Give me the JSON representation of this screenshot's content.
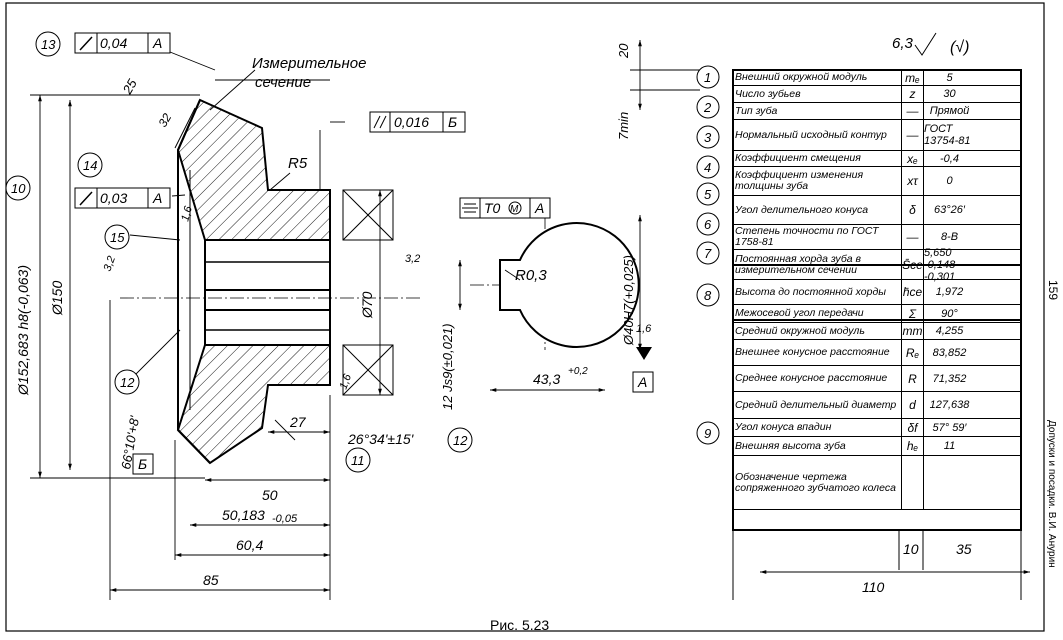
{
  "figure_caption": "Рис. 5.23",
  "page_number": "159",
  "side_book_title": "Допуски и посадки. В.И. Анурин",
  "roughness": {
    "general": "6,3",
    "paren": "(√)"
  },
  "drawing_labels": {
    "measuring_section_line1": "Измерительное",
    "measuring_section_line2": "сечение",
    "tol13": "0,04",
    "tol13_base": "A",
    "tol14": "0,03",
    "tol14_base": "A",
    "parallel_tol": "0,016",
    "parallel_base": "Б",
    "symmetry_tol": "T0",
    "symmetry_mod": "M",
    "symmetry_base": "A",
    "r5": "R5",
    "r03": "R0,3",
    "dim_25": "25",
    "dim_32": "32",
    "dim_16a": "1,6",
    "dim_32b": "3,2",
    "dim_32c": "3,2",
    "dim_16b": "1,6",
    "dim_16c": "1,6",
    "dim_20": "20",
    "dim_7min": "7min",
    "dia_outer": "Ø152,683 h8(-0,063)",
    "dia_150": "Ø150",
    "dia_70": "Ø70",
    "dia_40": "Ø40H7(+0,025)",
    "key_width": "12 Js9(±0,021)",
    "dim_43": "43,3",
    "dim_43_tol": "+0,2",
    "angle_66": "66°10'+8'",
    "angle_26": "26°34'±15'",
    "dim_27": "27",
    "dim_50": "50",
    "dim_50183": "50,183",
    "dim_50183_tol": "-0,05",
    "dim_604": "60,4",
    "dim_85": "85",
    "base_a": "A",
    "base_b": "Б",
    "dim_110": "110",
    "dim_10": "10",
    "dim_35": "35"
  },
  "callouts": {
    "c1": "1",
    "c2": "2",
    "c3": "3",
    "c4": "4",
    "c5": "5",
    "c6": "6",
    "c7": "7",
    "c8": "8",
    "c9": "9",
    "c10": "10",
    "c11": "11",
    "c12a": "12",
    "c12b": "12",
    "c13": "13",
    "c14": "14",
    "c15": "15"
  },
  "table": [
    {
      "label": "Внешний окружной модуль",
      "sym": "mₑ",
      "val": "5"
    },
    {
      "label": "Число зубьев",
      "sym": "z",
      "val": "30"
    },
    {
      "label": "Тип зуба",
      "sym": "—",
      "val": "Прямой"
    },
    {
      "label": "Нормальный исходный контур",
      "sym": "—",
      "val": "ГОСТ 13754-81"
    },
    {
      "label": "Коэффициент смещения",
      "sym": "xₑ",
      "val": "-0,4"
    },
    {
      "label": "Коэффициент изменения толщины зуба",
      "sym": "xτ",
      "val": "0"
    },
    {
      "label": "Угол делительного конуса",
      "sym": "δ",
      "val": "63°26′"
    },
    {
      "label": "Степень точности по ГОСТ 1758-81",
      "sym": "—",
      "val": "8-В"
    },
    {
      "label": "Постоянная хорда зуба в измерительном сечении",
      "sym": "S̄ce",
      "val": "5,650 -0,148 -0,301"
    },
    {
      "label": "Высота до постоянной хорды",
      "sym": "h̄ce",
      "val": "1,972"
    },
    {
      "label": "Межосевой угол передачи",
      "sym": "Σ",
      "val": "90°"
    },
    {
      "label": "Средний окружной модуль",
      "sym": "mm",
      "val": "4,255"
    },
    {
      "label": "Внешнее конусное расстояние",
      "sym": "Rₑ",
      "val": "83,852"
    },
    {
      "label": "Среднее конусное расстояние",
      "sym": "R",
      "val": "71,352"
    },
    {
      "label": "Средний делительный диаметр",
      "sym": "d",
      "val": "127,638"
    },
    {
      "label": "Угол конуса впадин",
      "sym": "δf",
      "val": "57° 59′"
    },
    {
      "label": "Внешняя высота зуба",
      "sym": "hₑ",
      "val": "11"
    },
    {
      "label": "Обозначение чертежа сопряженного зубчатого колеса",
      "sym": "",
      "val": ""
    }
  ]
}
